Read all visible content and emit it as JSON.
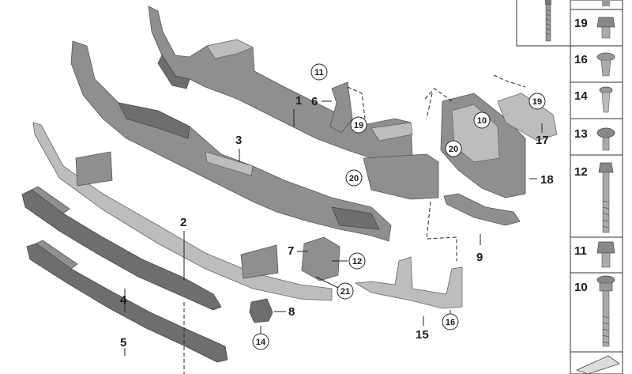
{
  "callouts": {
    "c1": "1",
    "c2": "2",
    "c3": "3",
    "c4": "4",
    "c5": "5",
    "c6": "6",
    "c7": "7",
    "c8": "8",
    "c9": "9",
    "c15": "15",
    "c17": "17",
    "c18": "18",
    "c10": "10",
    "c11": "11",
    "c12": "12",
    "c14": "14",
    "c16": "16",
    "c19a": "19",
    "c19b": "19",
    "c20a": "20",
    "c20b": "20",
    "c21": "21"
  },
  "fastener_table": {
    "rows": [
      {
        "label": "19",
        "icon": "clip-nut-icon"
      },
      {
        "label": "16",
        "icon": "push-rivet-icon"
      },
      {
        "label": "14",
        "icon": "expanding-rivet-icon"
      },
      {
        "label": "13",
        "icon": "flange-screw-icon"
      },
      {
        "label": "12",
        "icon": "long-hex-bolt-icon"
      },
      {
        "label": "11",
        "icon": "hex-bolt-icon"
      },
      {
        "label": "10",
        "icon": "flange-bolt-icon"
      }
    ]
  }
}
